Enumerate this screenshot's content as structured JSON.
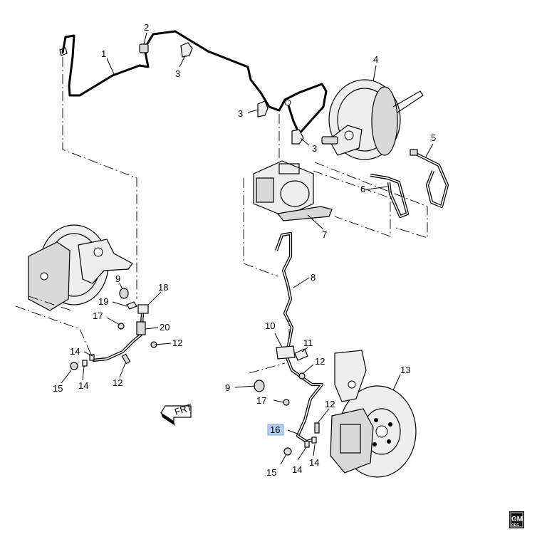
{
  "callouts": {
    "c1": "1",
    "c2": "2",
    "c3a": "3",
    "c3b": "3",
    "c3c": "3",
    "c4": "4",
    "c5": "5",
    "c6": "6",
    "c7": "7",
    "c8": "8",
    "c9a": "9",
    "c9b": "9",
    "c10": "10",
    "c11": "11",
    "c12a": "12",
    "c12b": "12",
    "c12c": "12",
    "c12d": "12",
    "c13": "13",
    "c14a": "14",
    "c14b": "14",
    "c14c": "14",
    "c14d": "14",
    "c15a": "15",
    "c15b": "15",
    "c16": "16",
    "c17a": "17",
    "c17b": "17",
    "c18": "18",
    "c19": "19",
    "c20": "20"
  },
  "highlighted_callout": "16",
  "highlight_color": "#b6cdf2",
  "front_arrow": {
    "label": "FRT",
    "icon": "front-arrow-icon"
  },
  "logo": {
    "line1": "GM",
    "line2": "OEG"
  }
}
